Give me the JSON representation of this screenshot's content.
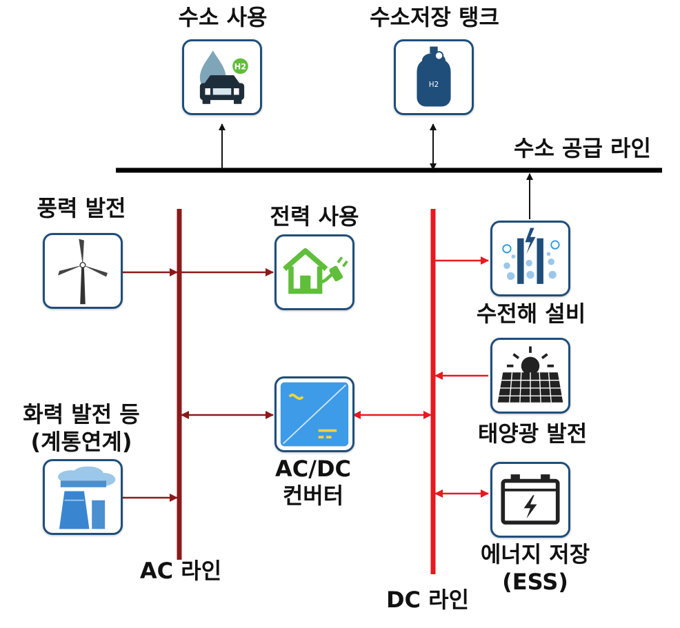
{
  "nodes": {
    "hydrogen_use": "수소 사용",
    "hydrogen_tank": "수소저장 탱크",
    "hydrogen_supply_line": "수소 공급 라인",
    "wind_power": "풍력 발전",
    "power_use": "전력 사용",
    "electrolysis": "수전해 설비",
    "thermal_power_line1": "화력 발전 등",
    "thermal_power_line2": "(계통연계)",
    "converter_line1": "AC/DC",
    "converter_line2": "컨버터",
    "solar_power": "태양광 발전",
    "ess_line1": "에너지 저장",
    "ess_line2": "(ESS)",
    "ac_line": "AC 라인",
    "dc_line": "DC 라인"
  },
  "icon_text": {
    "h2_badge": "H2",
    "tank_label": "H2"
  },
  "icons": [
    "car-h2-icon",
    "hydrogen-tank-icon",
    "wind-turbine-icon",
    "house-plug-icon",
    "electrolyzer-icon",
    "factory-icon",
    "converter-icon",
    "solar-panel-icon",
    "battery-icon"
  ],
  "colors": {
    "supply_line": "#000000",
    "ac_line": "#8b1a1a",
    "dc_line": "#e8191f",
    "box_border": "#1f4e7a",
    "icon_blue": "#2d9be0",
    "icon_green": "#5fbe3a"
  }
}
